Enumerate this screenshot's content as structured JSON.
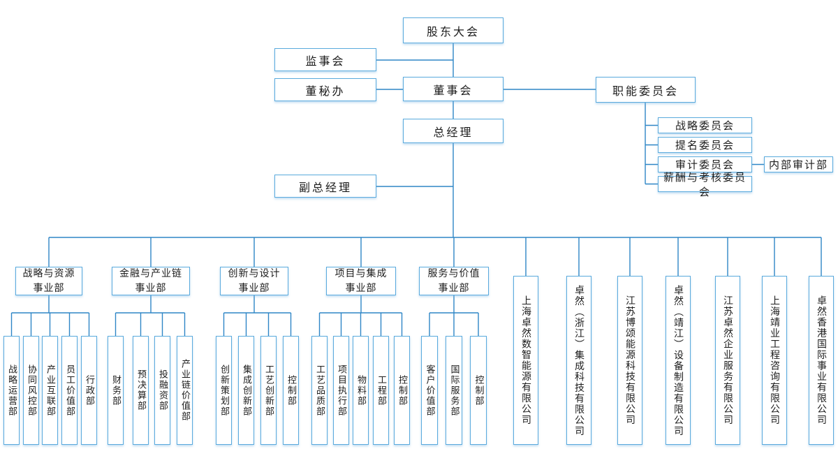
{
  "colors": {
    "connector": "#2e86c6",
    "box_border": "#5aaadd",
    "text": "#1c1c1c",
    "background": "#ffffff"
  },
  "nodes": {
    "shareholders_meeting": "股东大会",
    "supervisory_board": "监事会",
    "board_secretary_office": "董秘办",
    "board_of_directors": "董事会",
    "functional_committees": "职能委员会",
    "committees": [
      "战略委员会",
      "提名委员会",
      "审计委员会",
      "薪酬与考核委员会"
    ],
    "internal_audit_dept": "内部审计部",
    "general_manager": "总经理",
    "deputy_general_manager": "副总经理"
  },
  "divisions": [
    {
      "label": "战略与资源\n事业部",
      "children": [
        "战略运营部",
        "协同风控部",
        "产业互联部",
        "员工价值部",
        "行政部"
      ]
    },
    {
      "label": "金融与产业链\n事业部",
      "children": [
        "财务部",
        "预决算部",
        "投融资部",
        "产业链价值部"
      ]
    },
    {
      "label": "创新与设计\n事业部",
      "children": [
        "创新策划部",
        "集成创新部",
        "工艺创新部",
        "控制部"
      ]
    },
    {
      "label": "项目与集成\n事业部",
      "children": [
        "工艺品质部",
        "项目执行部",
        "物料部",
        "工程部",
        "控制部"
      ]
    },
    {
      "label": "服务与价值\n事业部",
      "children": [
        "客户价值部",
        "国际服务部",
        "控制部"
      ]
    }
  ],
  "subsidiaries": [
    "上海卓然数智能源有限公司",
    "卓然（浙江）集成科技有限公司",
    "江苏博颂能源科技有限公司",
    "卓然（靖江）设备制造有限公司",
    "江苏卓然企业服务有限公司",
    "上海靖业工程咨询有限公司",
    "卓然香港国际事业有限公司"
  ]
}
